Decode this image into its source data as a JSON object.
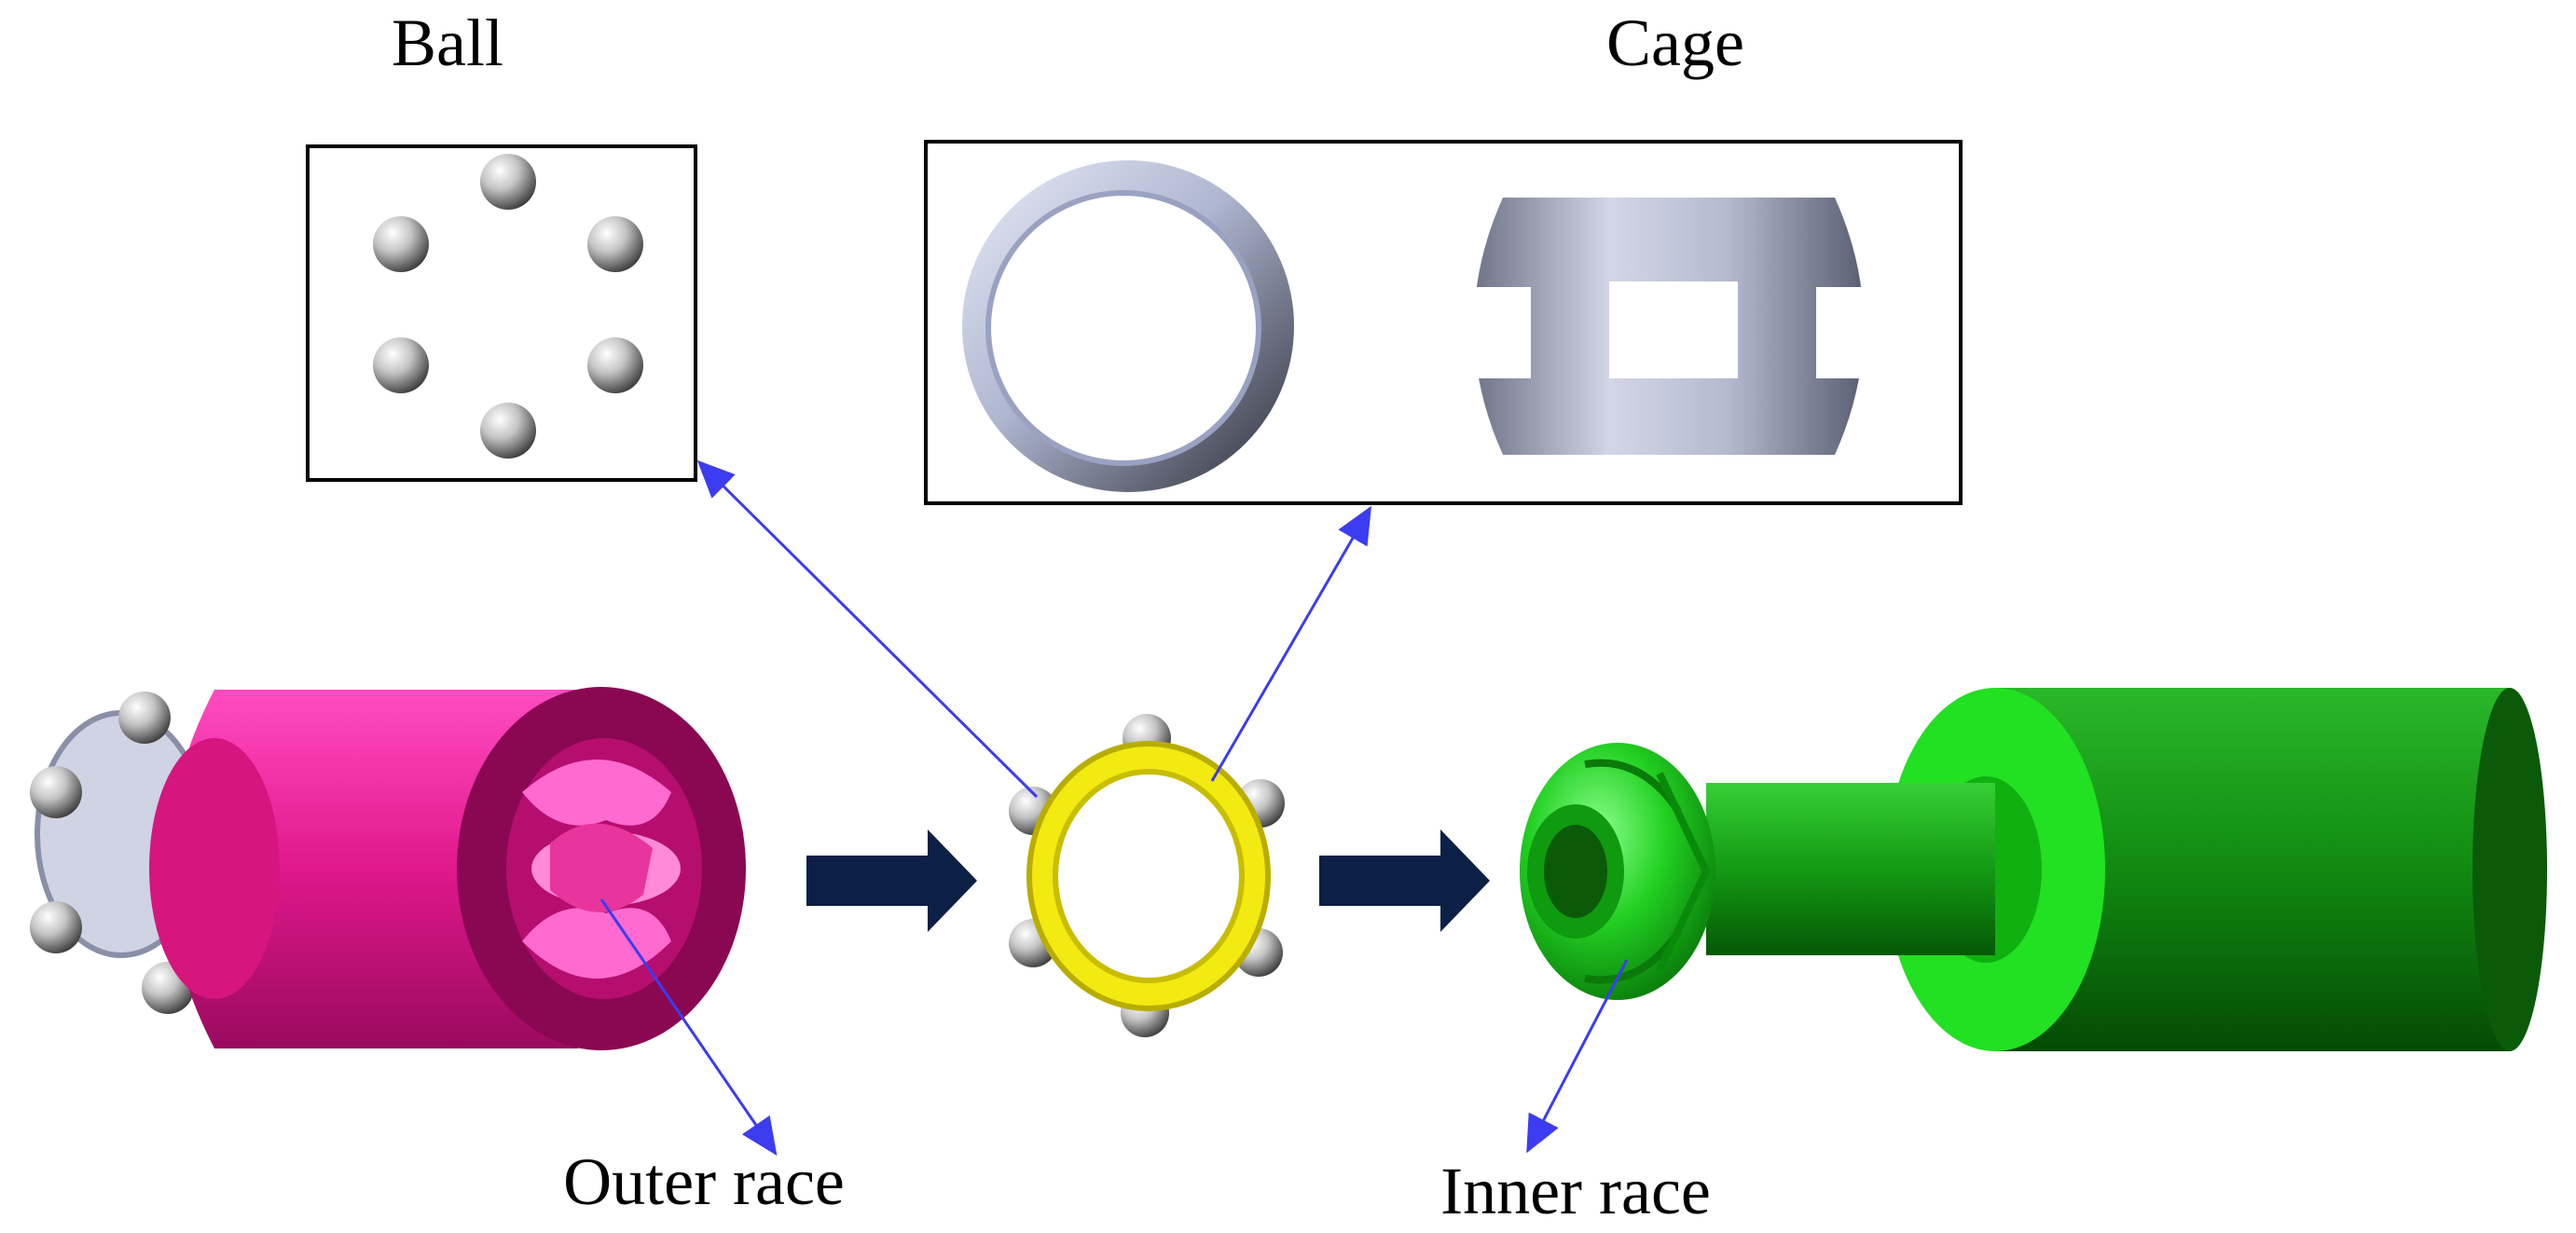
{
  "labels": {
    "ball": "Ball",
    "cage": "Cage",
    "outer_race": "Outer race",
    "inner_race": "Inner race"
  },
  "colors": {
    "arrow_line": "#3c3cf0",
    "flow_arrow": "#0c1f45",
    "outer_race": "#e0188c",
    "cage_ring": "#f2ea10",
    "inner_race": "#1ec81e",
    "cage_part": "#b8bfd8",
    "ball": "#c8c8c8"
  },
  "icons": {
    "flow_arrow": "right-arrow-icon",
    "pointer": "pointer-arrow-icon"
  }
}
